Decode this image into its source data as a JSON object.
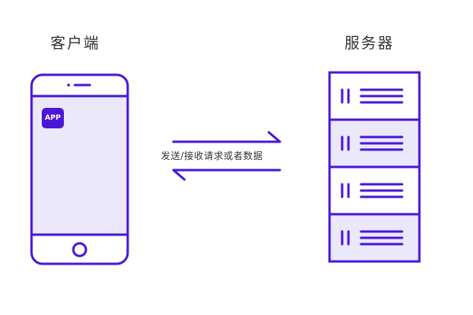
{
  "client": {
    "title": "客户端",
    "app_label": "APP"
  },
  "server": {
    "title": "服务器"
  },
  "arrows": {
    "caption": "发送/接收请求或者数据"
  },
  "colors": {
    "outline": "#4a17d8",
    "fill": "#ebe8fb",
    "text": "#333333"
  }
}
